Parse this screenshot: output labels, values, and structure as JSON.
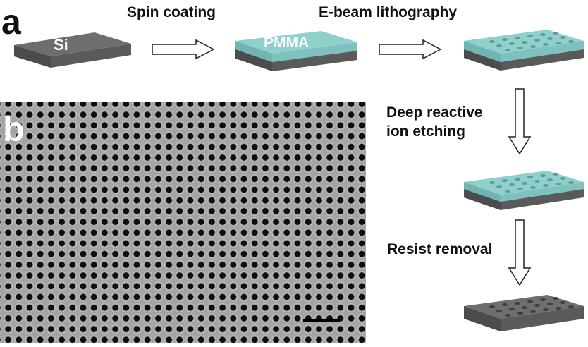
{
  "panel_labels": {
    "a": "a",
    "b": "b"
  },
  "steps": {
    "spin_coating": "Spin coating",
    "ebeam": "E-beam lithography",
    "drie_line1": "Deep reactive",
    "drie_line2": "ion etching",
    "resist_removal": "Resist removal"
  },
  "materials": {
    "si": "Si",
    "pmma": "PMMA"
  },
  "colors": {
    "si_top": "#6e6e6e",
    "si_side": "#4c4c4c",
    "pmma_top": "#8fcfcc",
    "pmma_side": "#6fb5b2",
    "sem_background": "#a9a9a9",
    "sem_hole": "#0e0e0e"
  }
}
